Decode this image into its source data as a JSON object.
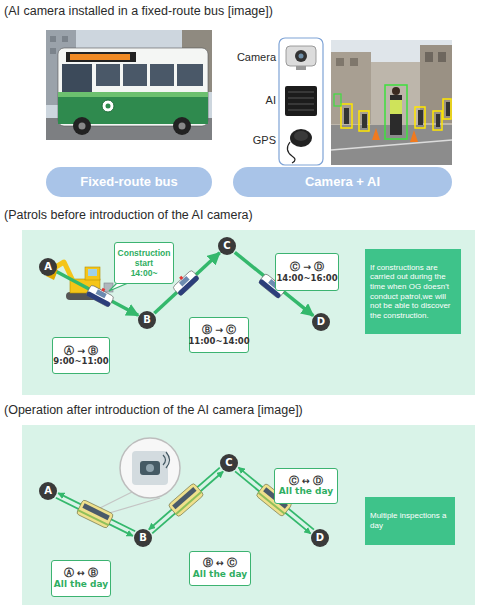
{
  "diagram": {
    "nodes": [
      {
        "text": [
          "Fixed-route bus"
        ]
      },
      {
        "text": [
          "Camera + AI"
        ]
      },
      {
        "text": [
          "A"
        ]
      },
      {
        "text": [
          "B"
        ]
      },
      {
        "text": [
          "C"
        ]
      },
      {
        "text": [
          "D"
        ]
      },
      {
        "text": [
          "Construction start",
          "14:00~"
        ]
      },
      {
        "text": [
          "Ⓐ → Ⓑ",
          "9:00~11:00"
        ]
      },
      {
        "text": [
          "Ⓑ → Ⓒ",
          "11:00~14:00"
        ]
      },
      {
        "text": [
          "Ⓒ → Ⓓ",
          "14:00~16:00"
        ]
      },
      {
        "text": [
          "If constructions are carried out during the time when OG doesn't conduct patrol,we will not be able to discover the construction."
        ]
      },
      {
        "text": [
          "A"
        ]
      },
      {
        "text": [
          "B"
        ]
      },
      {
        "text": [
          "C"
        ]
      },
      {
        "text": [
          "D"
        ]
      },
      {
        "text": [
          "Ⓐ ↔ Ⓑ",
          "All the day"
        ]
      },
      {
        "text": [
          "Ⓑ ↔ Ⓒ",
          "All the day"
        ]
      },
      {
        "text": [
          "Ⓒ ↔ Ⓓ",
          "All the day"
        ]
      },
      {
        "text": [
          "Multiple inspections a day"
        ]
      }
    ],
    "edges": [
      {
        "from": 2,
        "to": 3,
        "arrow": "to"
      },
      {
        "from": 3,
        "to": 4,
        "arrow": "to"
      },
      {
        "from": 4,
        "to": 5,
        "arrow": "to"
      },
      {
        "from": 11,
        "to": 12,
        "arrow": "both"
      },
      {
        "from": 12,
        "to": 13,
        "arrow": "both"
      },
      {
        "from": 13,
        "to": 14,
        "arrow": "both"
      }
    ],
    "labels": [
      "(AI camera installed in a fixed-route bus [image])",
      "Camera",
      "AI",
      "GPS",
      "(Patrols before introduction of the AI camera)",
      "(Operation after introduction of the AI camera [image])"
    ]
  }
}
